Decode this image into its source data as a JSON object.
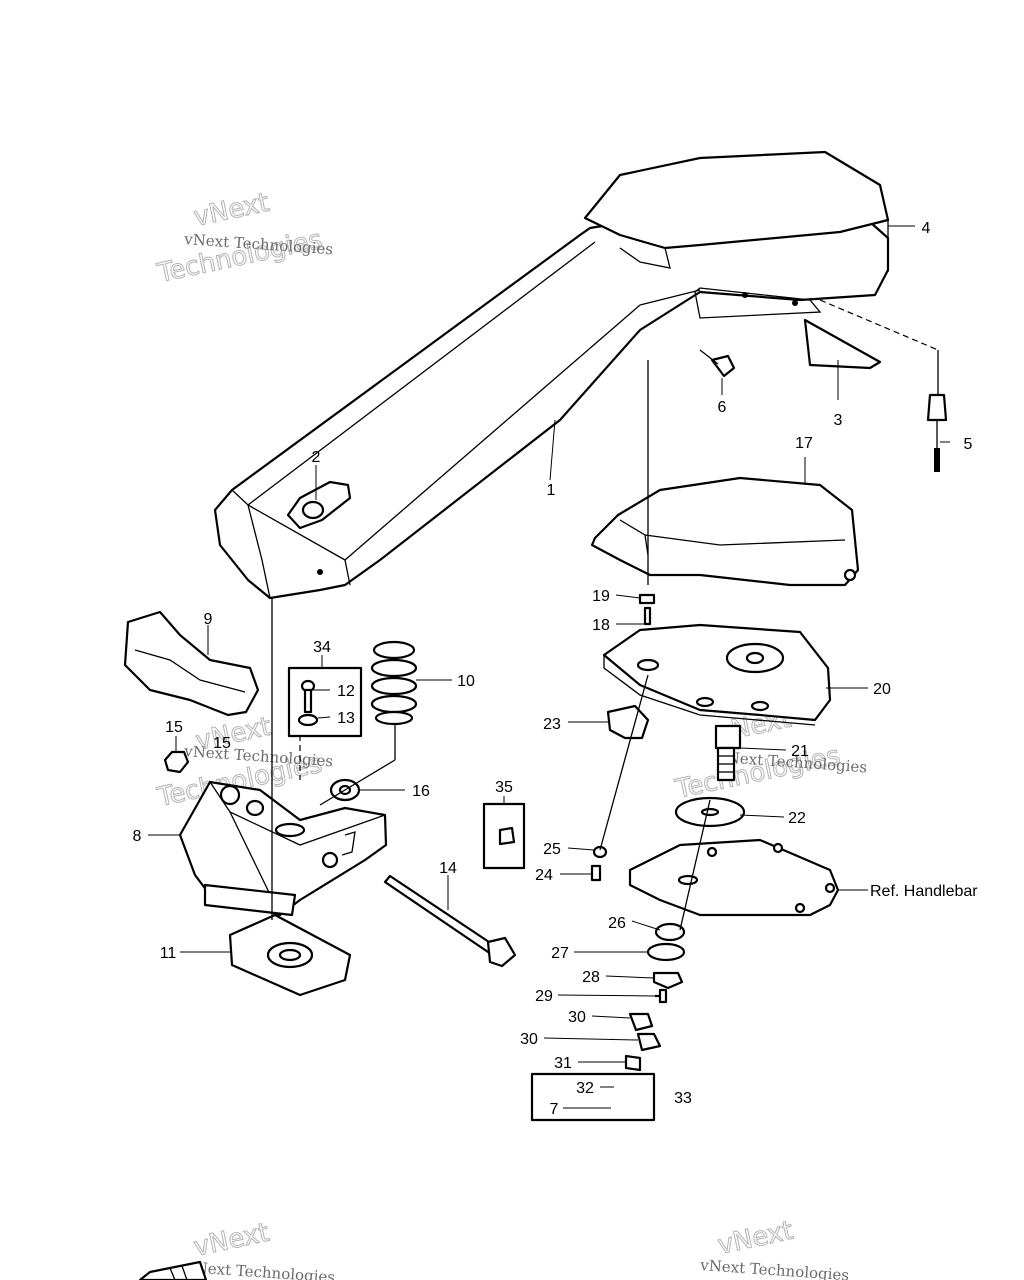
{
  "watermark": {
    "line1": "vNext Technologies",
    "line2": "Technologies",
    "line3": "vNext"
  },
  "callouts": [
    {
      "id": "c1",
      "text": "1"
    },
    {
      "id": "c2",
      "text": "2"
    },
    {
      "id": "c3",
      "text": "3"
    },
    {
      "id": "c4",
      "text": "4"
    },
    {
      "id": "c5",
      "text": "5"
    },
    {
      "id": "c6",
      "text": "6"
    },
    {
      "id": "c7",
      "text": "7"
    },
    {
      "id": "c8",
      "text": "8"
    },
    {
      "id": "c9",
      "text": "9"
    },
    {
      "id": "c10",
      "text": "10"
    },
    {
      "id": "c11",
      "text": "11"
    },
    {
      "id": "c12",
      "text": "12"
    },
    {
      "id": "c13",
      "text": "13"
    },
    {
      "id": "c14",
      "text": "14"
    },
    {
      "id": "c15a",
      "text": "15"
    },
    {
      "id": "c15b",
      "text": "15"
    },
    {
      "id": "c16",
      "text": "16"
    },
    {
      "id": "c17",
      "text": "17"
    },
    {
      "id": "c18",
      "text": "18"
    },
    {
      "id": "c19",
      "text": "19"
    },
    {
      "id": "c20",
      "text": "20"
    },
    {
      "id": "c21",
      "text": "21"
    },
    {
      "id": "c22",
      "text": "22"
    },
    {
      "id": "c23",
      "text": "23"
    },
    {
      "id": "c24",
      "text": "24"
    },
    {
      "id": "c25",
      "text": "25"
    },
    {
      "id": "c26",
      "text": "26"
    },
    {
      "id": "c27",
      "text": "27"
    },
    {
      "id": "c28",
      "text": "28"
    },
    {
      "id": "c29",
      "text": "29"
    },
    {
      "id": "c30a",
      "text": "30"
    },
    {
      "id": "c30b",
      "text": "30"
    },
    {
      "id": "c31",
      "text": "31"
    },
    {
      "id": "c32",
      "text": "32"
    },
    {
      "id": "c33",
      "text": "33"
    },
    {
      "id": "c34",
      "text": "34"
    },
    {
      "id": "c35",
      "text": "35"
    }
  ],
  "reference_label": "Ref. Handlebar"
}
